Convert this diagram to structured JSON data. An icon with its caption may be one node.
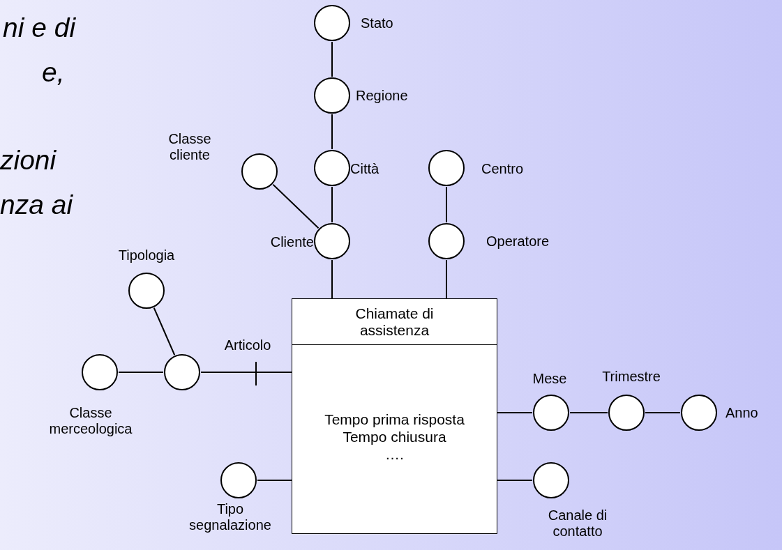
{
  "diagram": {
    "nodes": [
      {
        "text": [],
        "shape": "circle",
        "beside": [
          "Stato"
        ]
      },
      {
        "text": [],
        "shape": "circle",
        "beside": [
          "Regione"
        ]
      },
      {
        "text": [],
        "shape": "circle",
        "beside": [
          "Classe cliente"
        ]
      },
      {
        "text": [],
        "shape": "circle",
        "beside": [
          "Città"
        ]
      },
      {
        "text": [],
        "shape": "circle",
        "beside": [
          "Centro"
        ]
      },
      {
        "text": [],
        "shape": "circle",
        "beside": [
          "Cliente"
        ]
      },
      {
        "text": [],
        "shape": "circle",
        "beside": [
          "Operatore"
        ]
      },
      {
        "text": [],
        "shape": "circle",
        "beside": [
          "Tipologia"
        ]
      },
      {
        "text": [
          "Chiamate di assistenza",
          "Tempo prima risposta",
          "Tempo chiusura",
          "…."
        ]
      },
      {
        "text": [],
        "shape": "circle",
        "beside": [
          "Classe merceologica"
        ]
      },
      {
        "text": [],
        "shape": "circle",
        "beside": [
          "Articolo"
        ]
      },
      {
        "text": [],
        "shape": "circle",
        "beside": [
          "Mese"
        ]
      },
      {
        "text": [],
        "shape": "circle",
        "beside": [
          "Trimestre"
        ]
      },
      {
        "text": [],
        "shape": "circle",
        "beside": [
          "Anno"
        ]
      },
      {
        "text": [],
        "shape": "circle",
        "beside": [
          "Tipo segnalazione"
        ]
      },
      {
        "text": [],
        "shape": "circle",
        "beside": [
          "Canale di contatto"
        ]
      }
    ],
    "edges": [
      {
        "from": 0,
        "to": 1,
        "arrow": "none"
      },
      {
        "from": 1,
        "to": 3,
        "arrow": "none"
      },
      {
        "from": 3,
        "to": 5,
        "arrow": "none"
      },
      {
        "from": 2,
        "to": 5,
        "arrow": "none"
      },
      {
        "from": 5,
        "to": 8,
        "arrow": "none"
      },
      {
        "from": 4,
        "to": 6,
        "arrow": "none"
      },
      {
        "from": 6,
        "to": 8,
        "arrow": "none"
      },
      {
        "from": 7,
        "to": 10,
        "arrow": "none"
      },
      {
        "from": 9,
        "to": 10,
        "arrow": "none"
      },
      {
        "from": 10,
        "to": 8,
        "arrow": "none"
      },
      {
        "from": 8,
        "to": 11,
        "arrow": "none"
      },
      {
        "from": 11,
        "to": 12,
        "arrow": "none"
      },
      {
        "from": 12,
        "to": 13,
        "arrow": "none"
      },
      {
        "from": 14,
        "to": 8,
        "arrow": "none"
      },
      {
        "from": 8,
        "to": 15,
        "arrow": "none"
      }
    ],
    "labels": [
      "ni e di",
      "e,",
      "zioni",
      "nza ai"
    ]
  }
}
